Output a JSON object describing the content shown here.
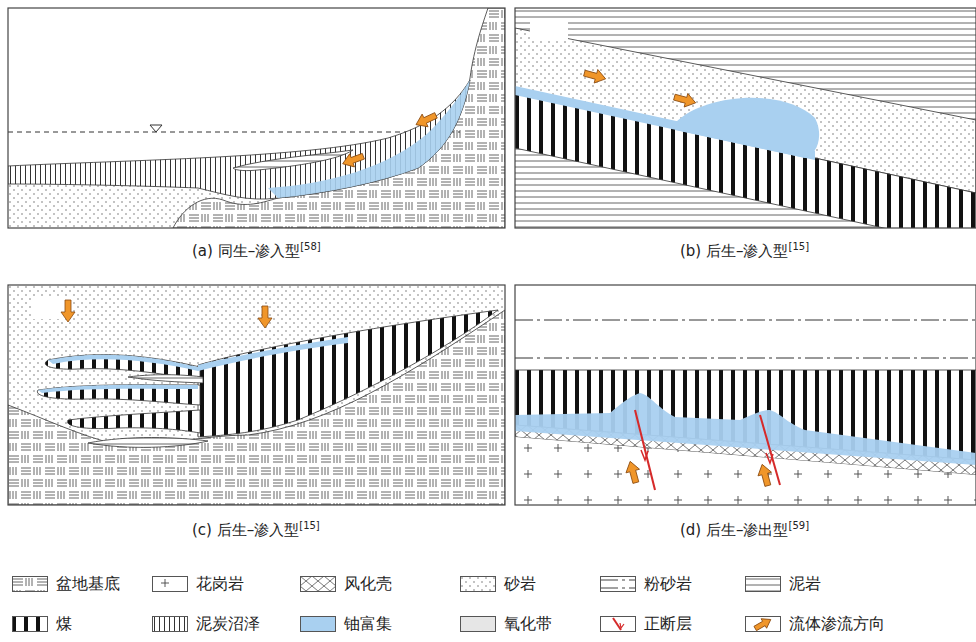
{
  "diagram": {
    "labels": [
      "(a) 同生–渗入型",
      "[58]",
      "(b) 后生–渗入型",
      "[15]",
      "(c) 后生–渗入型",
      "[15]",
      "(d) 后生–渗出型",
      "[59]"
    ],
    "legend": [
      {
        "text": "盆地基底"
      },
      {
        "text": "花岗岩"
      },
      {
        "text": "风化壳"
      },
      {
        "text": "砂岩"
      },
      {
        "text": "粉砂岩"
      },
      {
        "text": "泥岩"
      },
      {
        "text": "煤"
      },
      {
        "text": "泥炭沼泽"
      },
      {
        "text": "铀富集",
        "color": "#a9d0f0"
      },
      {
        "text": "氧化带",
        "color": "#e6e6e6"
      },
      {
        "text": "正断层"
      },
      {
        "text": "流体渗流方向"
      }
    ]
  }
}
